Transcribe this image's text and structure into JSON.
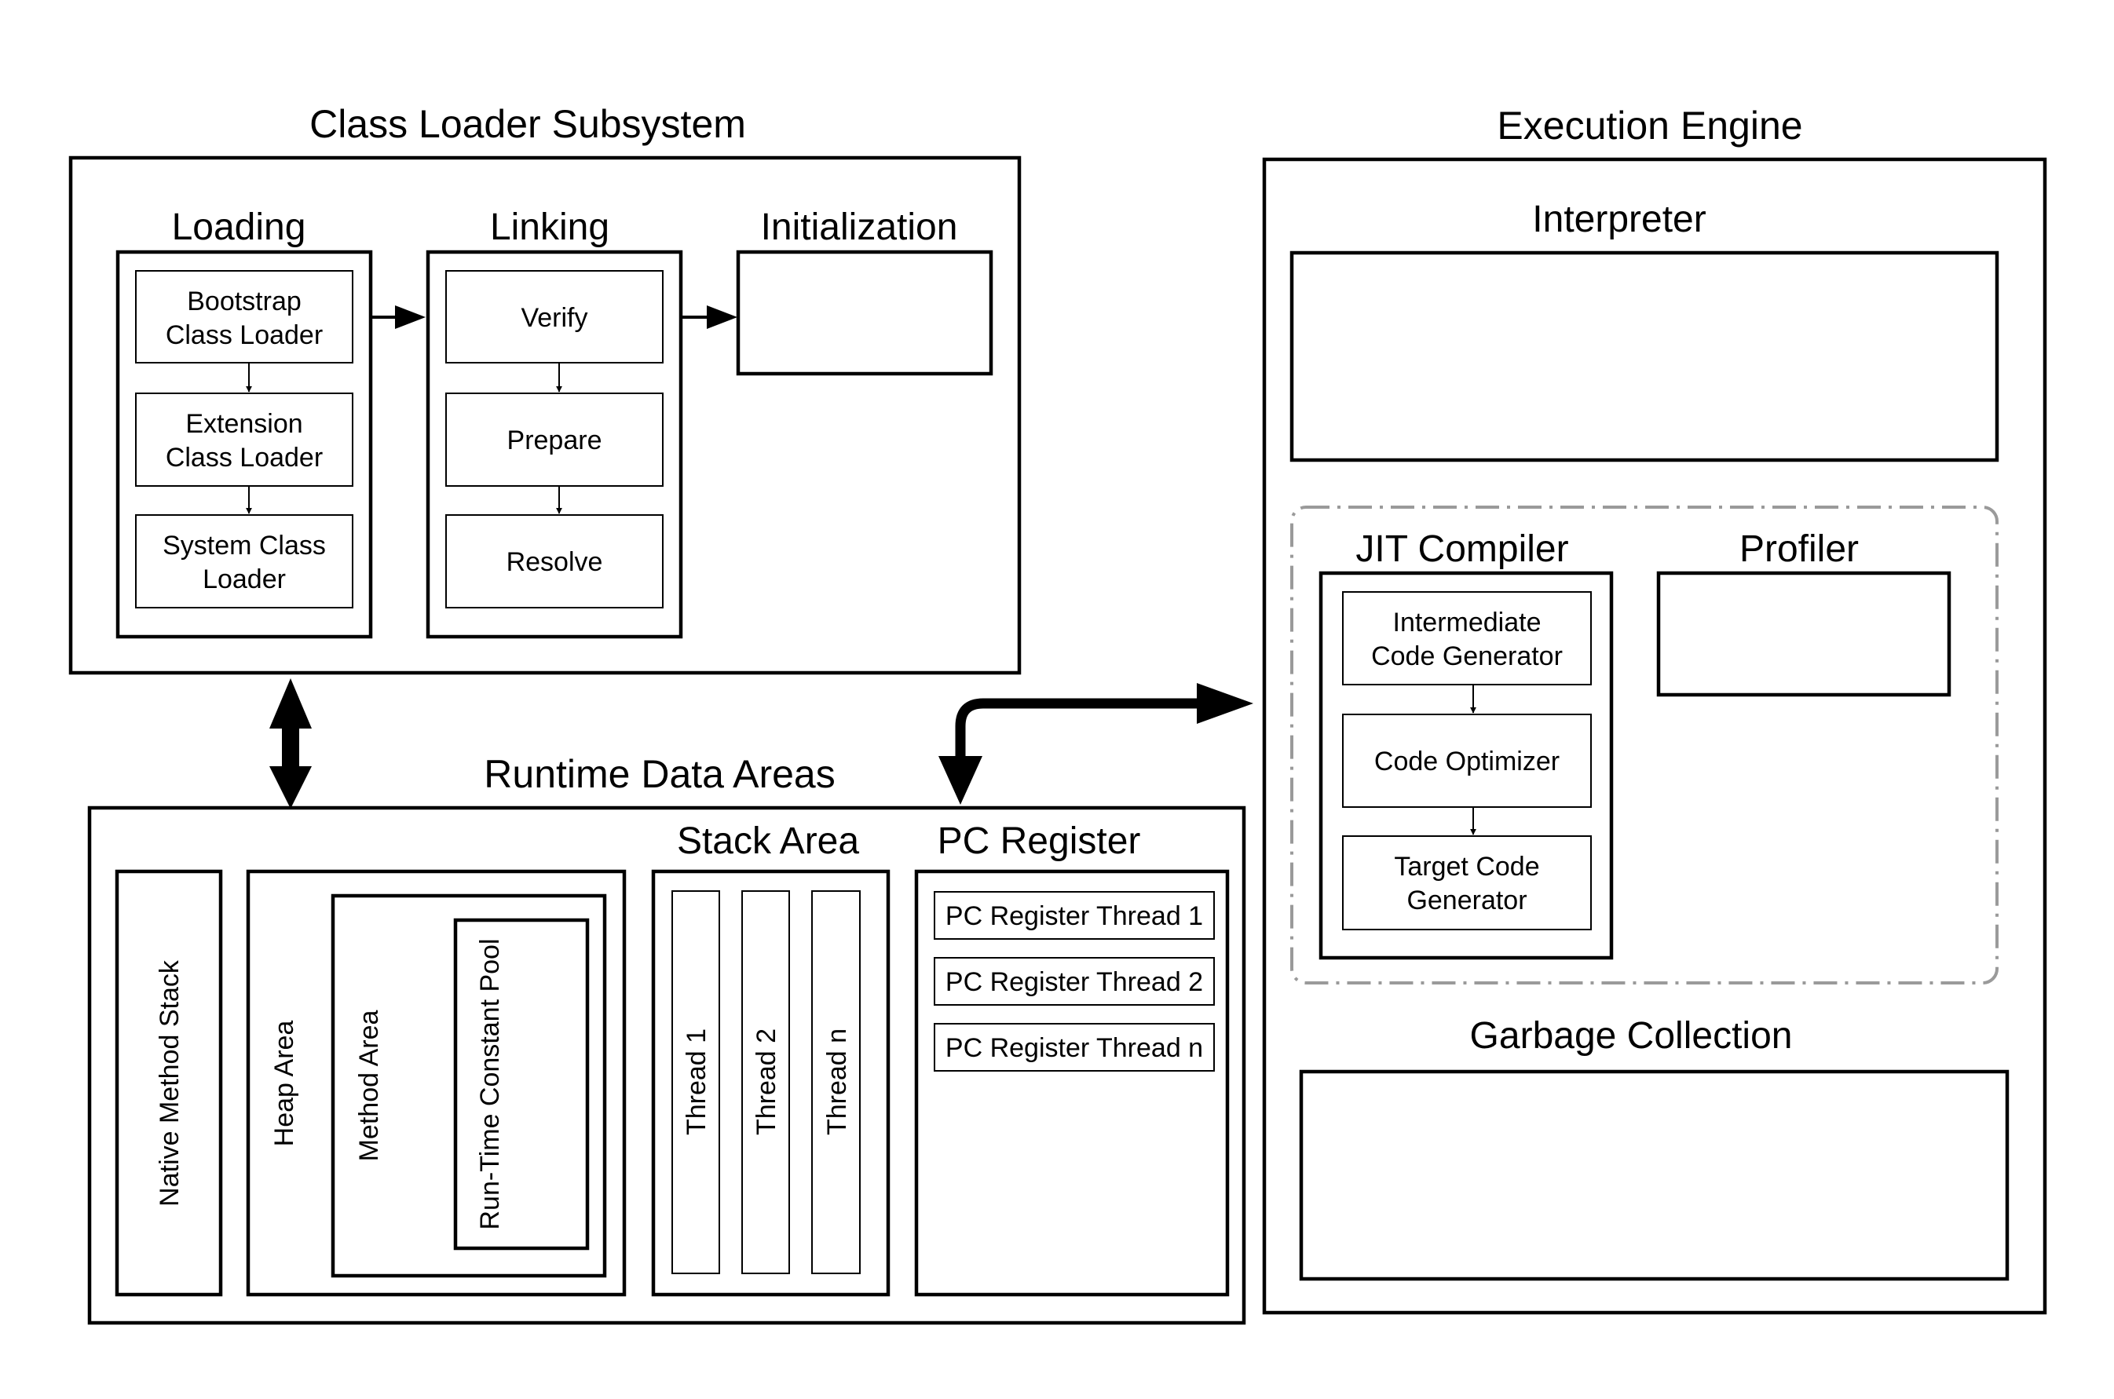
{
  "class_loader_subsystem": {
    "title": "Class Loader Subsystem",
    "loading": {
      "title": "Loading",
      "items": [
        [
          "Bootstrap",
          "Class Loader"
        ],
        [
          "Extension",
          "Class Loader"
        ],
        [
          "System Class",
          "Loader"
        ]
      ]
    },
    "linking": {
      "title": "Linking",
      "items": [
        "Verify",
        "Prepare",
        "Resolve"
      ]
    },
    "initialization": {
      "title": "Initialization"
    }
  },
  "runtime_data_areas": {
    "title": "Runtime Data Areas",
    "native_method_stack": "Native Method Stack",
    "heap_area": "Heap Area",
    "method_area": "Method Area",
    "run_time_constant_pool": "Run-Time Constant Pool",
    "stack_area": {
      "title": "Stack Area",
      "threads": [
        "Thread 1",
        "Thread 2",
        "Thread n"
      ]
    },
    "pc_register": {
      "title": "PC Register",
      "threads": [
        "PC Register Thread 1",
        "PC Register Thread 2",
        "PC Register Thread n"
      ]
    }
  },
  "execution_engine": {
    "title": "Execution Engine",
    "interpreter": "Interpreter",
    "jit_compiler": {
      "title": "JIT Compiler",
      "items": [
        [
          "Intermediate",
          "Code Generator"
        ],
        [
          "Code Optimizer"
        ],
        [
          "Target Code",
          "Generator"
        ]
      ]
    },
    "profiler": "Profiler",
    "garbage_collection": "Garbage Collection"
  },
  "colors": {
    "stroke": "#000000",
    "dashed_group": "#9a9a9a",
    "background": "#ffffff"
  }
}
